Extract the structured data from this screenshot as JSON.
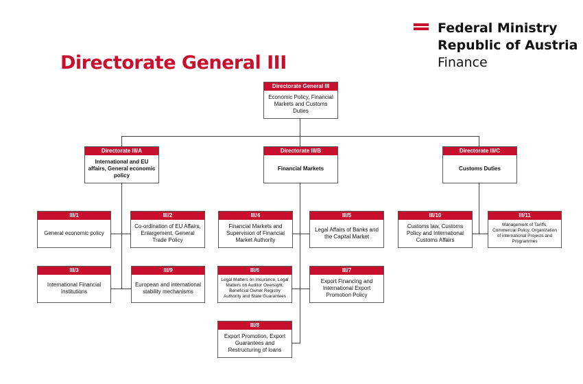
{
  "page": {
    "title": "Directorate General III",
    "logo": {
      "line1": "Federal Ministry",
      "line2": "Republic of Austria",
      "line3": "Finance",
      "accent_color": "#c8102e"
    }
  },
  "org": {
    "dg": {
      "header": "Directorate General III",
      "body": "Economic Policy, Financial Markets and Customs Duties"
    },
    "dir_a": {
      "header": "Directorate III/A",
      "body": "International and EU affairs, General economic policy"
    },
    "dir_b": {
      "header": "Directorate III/B",
      "body": "Financial Markets"
    },
    "dir_c": {
      "header": "Directorate III/C",
      "body": "Customs Duties"
    },
    "u1": {
      "header": "III/1",
      "body": "General economic policy"
    },
    "u2": {
      "header": "III/2",
      "body": "Co-ordination of EU Affairs, Enlargement, General Trade Policy"
    },
    "u3": {
      "header": "III/3",
      "body": "International Financial Institutions"
    },
    "u9": {
      "header": "III/9",
      "body": "European and international stability mechanisms"
    },
    "u4": {
      "header": "III/4",
      "body": "Financial Markets and Supervision of Financial Market Authority"
    },
    "u5": {
      "header": "III/5",
      "body": "Legal Affairs of Banks and the Capital Market"
    },
    "u6": {
      "header": "III/6",
      "body": "Legal Matters on Insurance, Legal Matters on Auditor Oversight, Beneficial Owner Registry Authority and State Guarantees"
    },
    "u7": {
      "header": "III/7",
      "body": "Export Financing and International Export Promotion Policy"
    },
    "u8": {
      "header": "III/8",
      "body": "Export Promotion, Export Guarantees and Restructuring of loans"
    },
    "u10": {
      "header": "III/10",
      "body": "Customs law, Customs Policy and International Customs Affairs"
    },
    "u11": {
      "header": "III/11",
      "body": "Management of Tariffs, Commercial Policy, Organization of international Projects and Programmes"
    }
  }
}
